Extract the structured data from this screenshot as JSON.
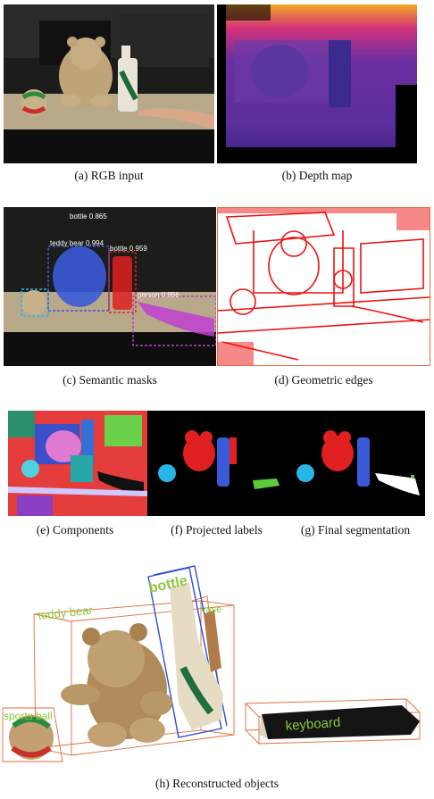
{
  "captions": {
    "a": "(a) RGB input",
    "b": "(b) Depth map",
    "c": "(c) Semantic masks",
    "d": "(d) Geometric edges",
    "e": "(e) Components",
    "f": "(f) Projected labels",
    "g": "(g) Final segmentation",
    "h": "(h) Reconstructed objects"
  },
  "semantic_masks": {
    "bottle_top": "bottle 0.865",
    "teddy": "teddy bear 0.994",
    "bottle": "bottle 0.959",
    "person": "person 0.956"
  },
  "reconstructed_labels": {
    "teddy": "teddy bear",
    "bottle": "bottle",
    "vase": "vase",
    "sports_ball": "sports ball",
    "keyboard": "keyboard"
  },
  "colors": {
    "mask_red": "#e02020",
    "mask_blue": "#3a5bd9",
    "mask_cyan": "#28b6e6",
    "mask_green": "#5ccb3a",
    "label_green": "#8cc83c",
    "box_orange": "#e36b3b",
    "box_blue": "#2b4fd1",
    "edge_red": "#e11"
  }
}
